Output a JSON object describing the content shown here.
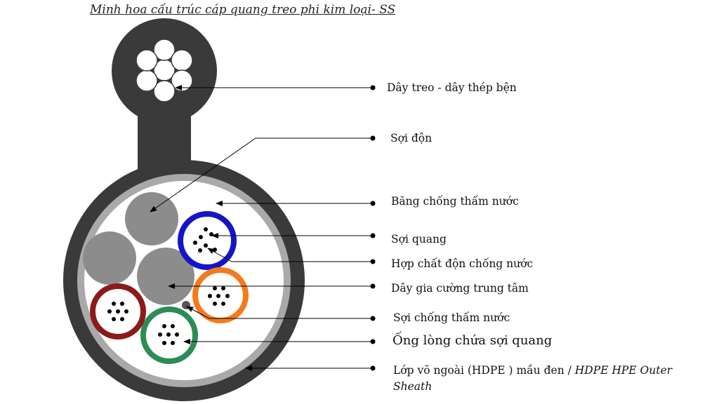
{
  "title": "Minh hoa cấu trúc cáp quang treo phi kim loại- SS",
  "labels": {
    "messenger": "Dây treo - dây thép bện",
    "filler": "Sợi độn",
    "water_tape": "Băng chống thấm nước",
    "fiber": "Sợi quang",
    "gel": "Hợp chất độn chống nước",
    "central_member": "Dây gia cường trung tâm",
    "water_yarn": "Sợi chống thấm nước",
    "loose_tube": "Ống lòng chứa sợi quang",
    "outer_sheath_vi": "Lớp võ ngoài (HDPE ) mầu đen / ",
    "outer_sheath_en": "HDPE HPE Outer Sheath"
  },
  "colors": {
    "sheath": "#3a3a3a",
    "water_tape": "#a9a9a9",
    "filler": "#8c8c8c",
    "tube_blue": "#1515c8",
    "tube_orange": "#f47a1f",
    "tube_green": "#2e8b57",
    "tube_red": "#8b1a1a"
  }
}
